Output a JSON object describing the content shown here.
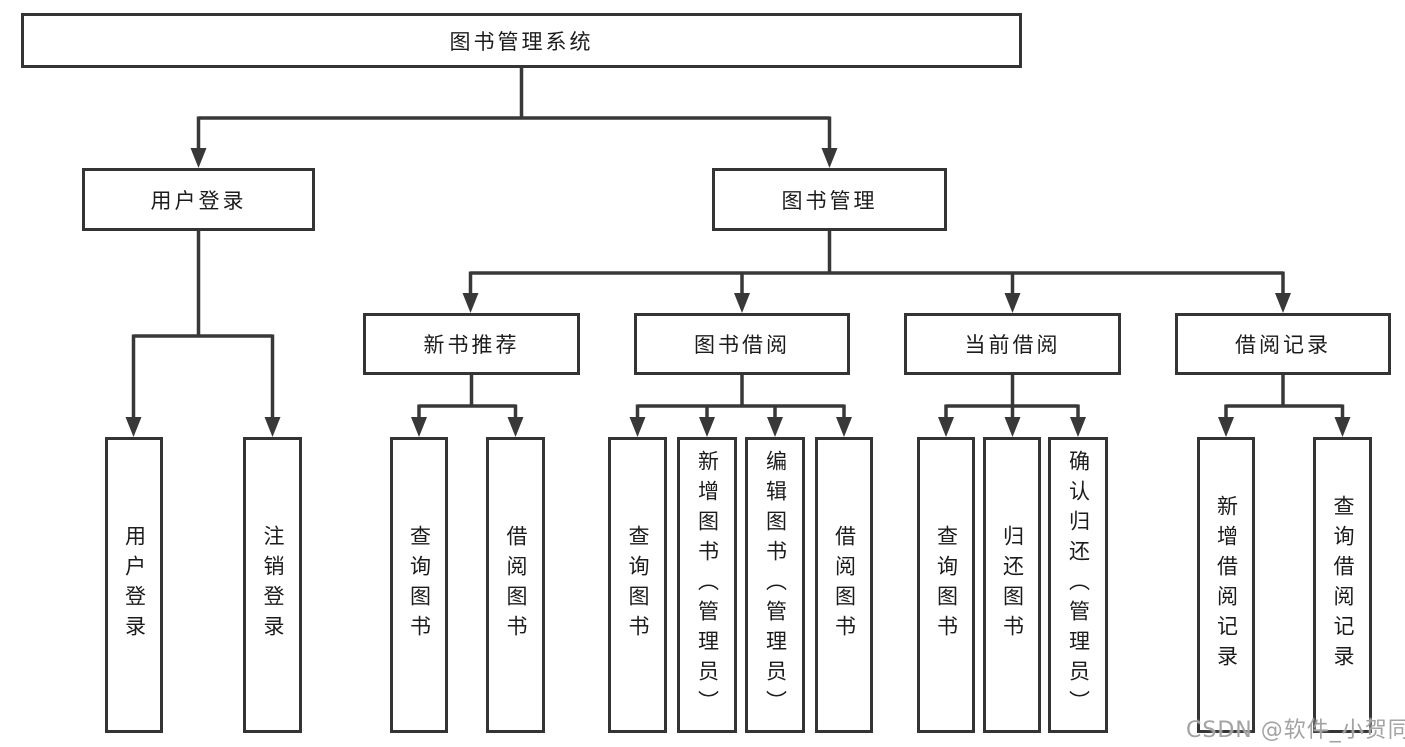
{
  "diagram": {
    "type": "hierarchy-tree",
    "title": "图书管理系统",
    "colors": {
      "background": "#ffffff",
      "box_border": "#343434",
      "line": "#383838",
      "text": "#1c1c1c",
      "watermark": "#a3a3a3"
    }
  },
  "tree": {
    "label": "图书管理系统",
    "children": [
      {
        "label": "用户登录",
        "children": [
          {
            "label": "用户登录"
          },
          {
            "label": "注销登录"
          }
        ]
      },
      {
        "label": "图书管理",
        "children": [
          {
            "label": "新书推荐",
            "children": [
              {
                "label": "查询图书"
              },
              {
                "label": "借阅图书"
              }
            ]
          },
          {
            "label": "图书借阅",
            "children": [
              {
                "label": "查询图书"
              },
              {
                "label": "新增图书（管理员）"
              },
              {
                "label": "编辑图书（管理员）"
              },
              {
                "label": "借阅图书"
              }
            ]
          },
          {
            "label": "当前借阅",
            "children": [
              {
                "label": "查询图书"
              },
              {
                "label": "归还图书"
              },
              {
                "label": "确认归还（管理员）"
              }
            ]
          },
          {
            "label": "借阅记录",
            "children": [
              {
                "label": "新增借阅记录"
              },
              {
                "label": "查询借阅记录"
              }
            ]
          }
        ]
      }
    ]
  },
  "watermark": {
    "text": "CSDN @软件_小贺同学"
  }
}
